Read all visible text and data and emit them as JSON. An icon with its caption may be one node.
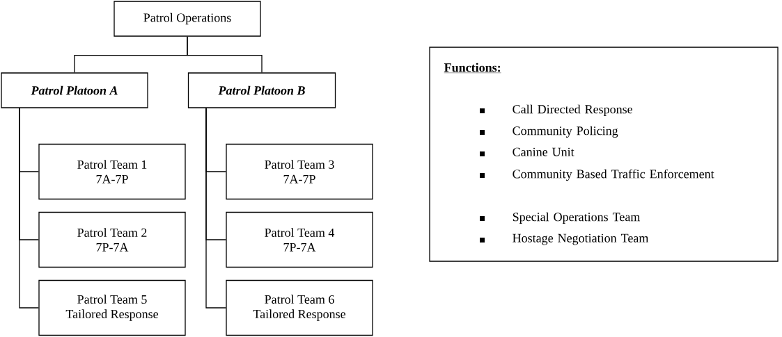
{
  "diagram": {
    "nodes": [
      {
        "text": [
          "Patrol Operations"
        ]
      },
      {
        "text": [
          "Patrol Platoon A"
        ]
      },
      {
        "text": [
          "Patrol Platoon B"
        ]
      },
      {
        "text": [
          "Patrol Team 1",
          "7A-7P"
        ]
      },
      {
        "text": [
          "Patrol Team 2",
          "7P-7A"
        ]
      },
      {
        "text": [
          "Patrol Team 5",
          "Tailored Response"
        ]
      },
      {
        "text": [
          "Patrol Team 3",
          "7A-7P"
        ]
      },
      {
        "text": [
          "Patrol Team 4",
          "7P-7A"
        ]
      },
      {
        "text": [
          "Patrol Team 6",
          "Tailored Response"
        ]
      },
      {
        "text": [
          "Functions:",
          "Call Directed Response",
          "Community Policing",
          "Canine Unit",
          "Community Based Traffic Enforcement",
          "Special Operations Team",
          "Hostage Negotiation Team"
        ]
      }
    ],
    "edges": [
      {
        "from": 0,
        "to": 1,
        "arrow": "none"
      },
      {
        "from": 0,
        "to": 2,
        "arrow": "none"
      },
      {
        "from": 1,
        "to": 3,
        "arrow": "none"
      },
      {
        "from": 1,
        "to": 4,
        "arrow": "none"
      },
      {
        "from": 1,
        "to": 5,
        "arrow": "none"
      },
      {
        "from": 2,
        "to": 6,
        "arrow": "none"
      },
      {
        "from": 2,
        "to": 7,
        "arrow": "none"
      },
      {
        "from": 2,
        "to": 8,
        "arrow": "none"
      }
    ]
  }
}
